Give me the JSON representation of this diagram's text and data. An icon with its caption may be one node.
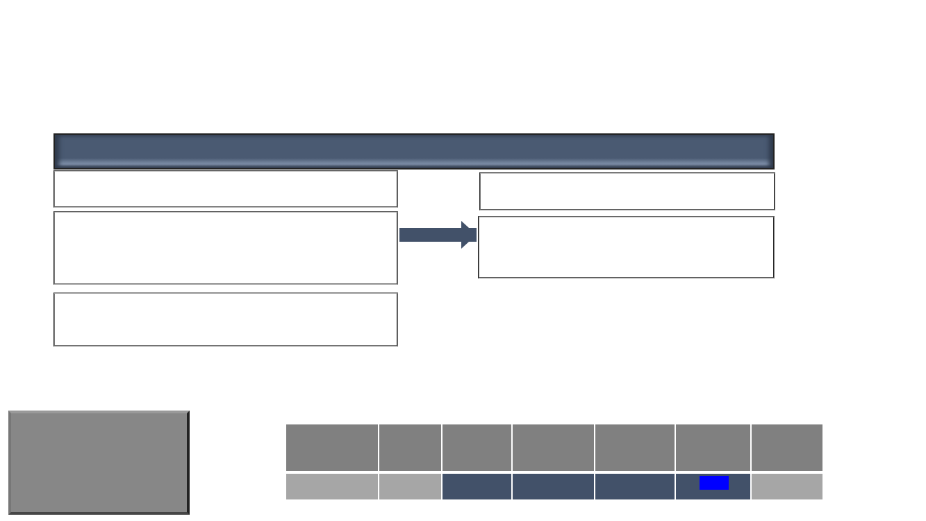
{
  "diagram": {
    "nodes": [
      {
        "text": [],
        "shape": "bar"
      },
      {
        "text": [],
        "shape": "box"
      },
      {
        "text": [],
        "shape": "box"
      },
      {
        "text": [],
        "shape": "box"
      },
      {
        "text": [],
        "shape": "box"
      },
      {
        "text": [],
        "shape": "box"
      },
      {
        "text": [],
        "shape": "box"
      }
    ],
    "edges": [
      {
        "from": 2,
        "to": 5,
        "arrow": "to"
      }
    ]
  }
}
